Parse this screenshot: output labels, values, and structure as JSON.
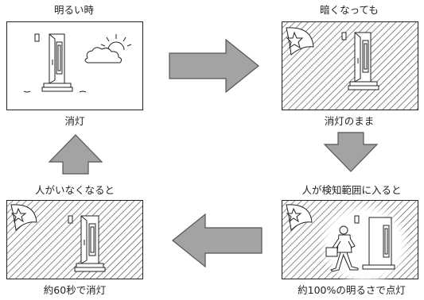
{
  "scenes": {
    "bright": {
      "title": "明るい時",
      "caption": "消灯"
    },
    "dark": {
      "title": "暗くなっても",
      "caption": "消灯のまま"
    },
    "detected": {
      "title": "人が検知範囲に入ると",
      "caption": "約100%の明るさで点灯"
    },
    "left": {
      "title": "人がいなくなると",
      "caption": "約60秒で消灯"
    }
  },
  "arrows": {
    "color": "#a3a3a3",
    "outline": "#555555"
  },
  "colors": {
    "line": "#222222",
    "hatch": "#4a4a4a",
    "background": "#ffffff"
  }
}
